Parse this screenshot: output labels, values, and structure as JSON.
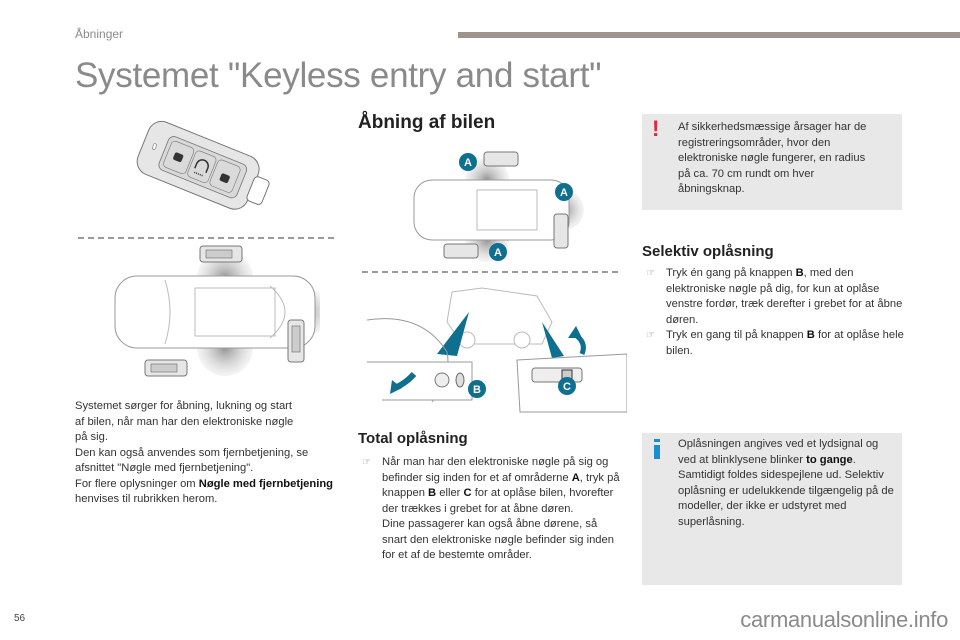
{
  "header": {
    "section_label": "Åbninger",
    "page_title": "Systemet \"Keyless entry and start\"",
    "accent_bar_color": "#a2928f"
  },
  "left_column": {
    "intro_lines": [
      "Systemet sørger for åbning, lukning og start",
      "af bilen, når man har den elektroniske nøgle",
      "på sig.",
      "Den kan også anvendes som fjernbetjening, se",
      "afsnittet \"Nøgle med fjernbetjening\"."
    ],
    "intro_more_prefix": "For flere oplysninger om ",
    "intro_more_bold": "Nøgle med fjernbetjening",
    "intro_more_suffix": " henvises til rubrikken herom.",
    "figure_key_fob": "key-fob-illustration",
    "figure_car_zones": "car-detection-zones-illustration"
  },
  "middle_column": {
    "heading": "Åbning af bilen",
    "figure_zones_labels": [
      "A",
      "A",
      "A"
    ],
    "figure_handles_labels": [
      "B",
      "C"
    ],
    "subheading": "Total oplåsning",
    "bullets": [
      {
        "icon": "pointing-hand-icon",
        "p1": "Når man har den elektroniske nøgle på sig og befinder sig inden for et af områderne ",
        "b1": "A",
        "p2": ", tryk på knappen ",
        "b2": "B",
        "p3": " eller ",
        "b3": "C",
        "p4": " for at oplåse bilen, hvorefter der trækkes i grebet for at åbne døren.",
        "p5": "Dine passagerer kan også åbne dørene, så snart den elektroniske nøgle befinder sig inden for et af de bestemte områder."
      }
    ]
  },
  "right_column": {
    "warning_box": {
      "icon": "exclamation-icon",
      "icon_color": "#e3263b",
      "text": "Af sikkerhedsmæssige årsager har de registreringsområder, hvor den elektroniske nøgle fungerer, en radius på ca. 70 cm rundt om hver åbningsknap."
    },
    "subheading": "Selektiv oplåsning",
    "bullets": [
      {
        "p1": "Tryk én gang på knappen ",
        "b1": "B",
        "p2": ", med den elektroniske nøgle på dig, for kun at oplåse venstre fordør, træk derefter i grebet for at åbne døren."
      },
      {
        "p1": "Tryk en gang til på knappen ",
        "b1": "B",
        "p2": " for at oplåse hele bilen."
      }
    ],
    "info_box": {
      "icon": "info-icon",
      "icon_color": "#1a8fd0",
      "p1": "Oplåsningen angives ved et lydsignal og ved at blinklysene blinker ",
      "b1": "to gange",
      "p2": ". Samtidigt foldes sidespejlene ud. Selektiv oplåsning er udelukkende tilgængelig på de modeller, der ikke er udstyret med superlåsning."
    }
  },
  "footer": {
    "page_number": "56",
    "watermark": "carmanualsonline.info"
  },
  "colors": {
    "label_teal": "#0f6f8e",
    "note_bg": "#e8e8e8",
    "title_gray": "#8a8a8a"
  }
}
